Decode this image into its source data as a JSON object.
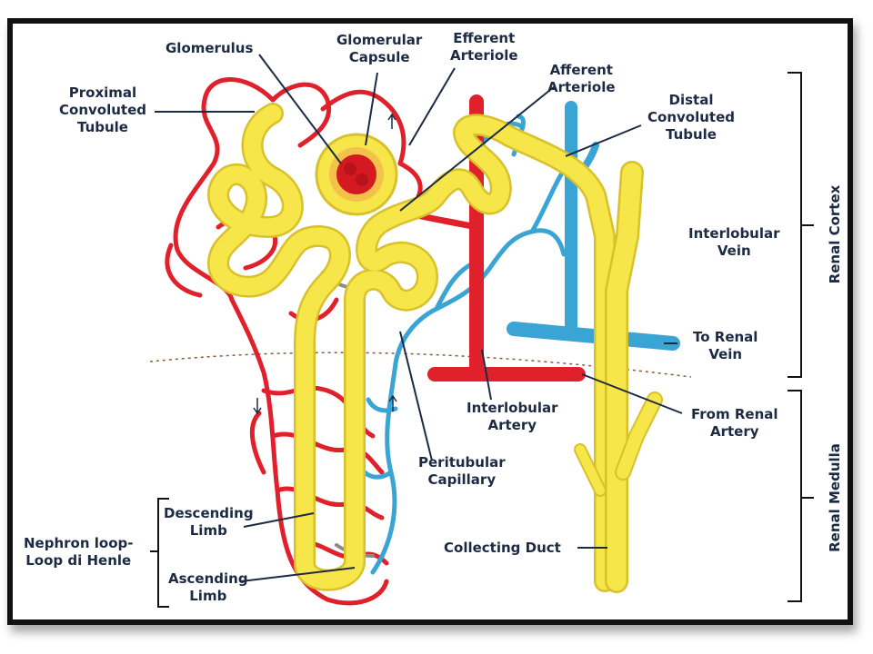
{
  "labels": {
    "glomerulus": "Glomerulus",
    "glomerular_capsule": "Glomerular\nCapsule",
    "efferent_arteriole": "Efferent\nArteriole",
    "afferent_arteriole": "Afferent\nArteriole",
    "proximal_tubule": "Proximal\nConvoluted\nTubule",
    "distal_tubule": "Distal\nConvoluted\nTubule",
    "interlobular_vein": "Interlobular\nVein",
    "to_renal_vein": "To Renal\nVein",
    "interlobular_artery": "Interlobular\nArtery",
    "from_renal_artery": "From Renal\nArtery",
    "peritubular_capillary": "Peritubular\nCapillary",
    "descending_limb": "Descending\nLimb",
    "ascending_limb": "Ascending\nLimb",
    "nephron_loop": "Nephron loop-\nLoop di Henle",
    "collecting_duct": "Collecting Duct",
    "renal_cortex": "Renal Cortex",
    "renal_medulla": "Renal Medulla"
  },
  "colors": {
    "artery": "#e0202a",
    "vein": "#3aa5d4",
    "tubule": "#f6e64a",
    "tubule_edge": "#d8c12a",
    "label": "#1c2a44"
  }
}
